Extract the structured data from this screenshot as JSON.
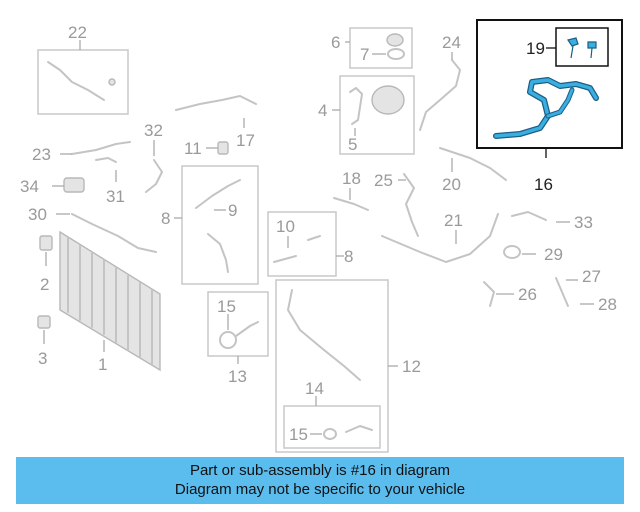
{
  "diagram": {
    "labels": {
      "p1": "1",
      "p2": "2",
      "p3": "3",
      "p4": "4",
      "p5": "5",
      "p6": "6",
      "p7": "7",
      "p8a": "8",
      "p8b": "8",
      "p9": "9",
      "p10": "10",
      "p11": "11",
      "p12": "12",
      "p13": "13",
      "p14": "14",
      "p15a": "15",
      "p15b": "15",
      "p16": "16",
      "p17": "17",
      "p18": "18",
      "p19": "19",
      "p20": "20",
      "p21": "21",
      "p22": "22",
      "p23": "23",
      "p24": "24",
      "p25": "25",
      "p26": "26",
      "p27": "27",
      "p28": "28",
      "p29": "29",
      "p30": "30",
      "p31": "31",
      "p32": "32",
      "p33": "33",
      "p34": "34"
    },
    "highlight_color": "#3aaee0"
  },
  "banner": {
    "line1": "Part or sub-assembly is #16 in diagram",
    "line2": "Diagram may not be specific to your vehicle",
    "color": "#5bbcee"
  }
}
